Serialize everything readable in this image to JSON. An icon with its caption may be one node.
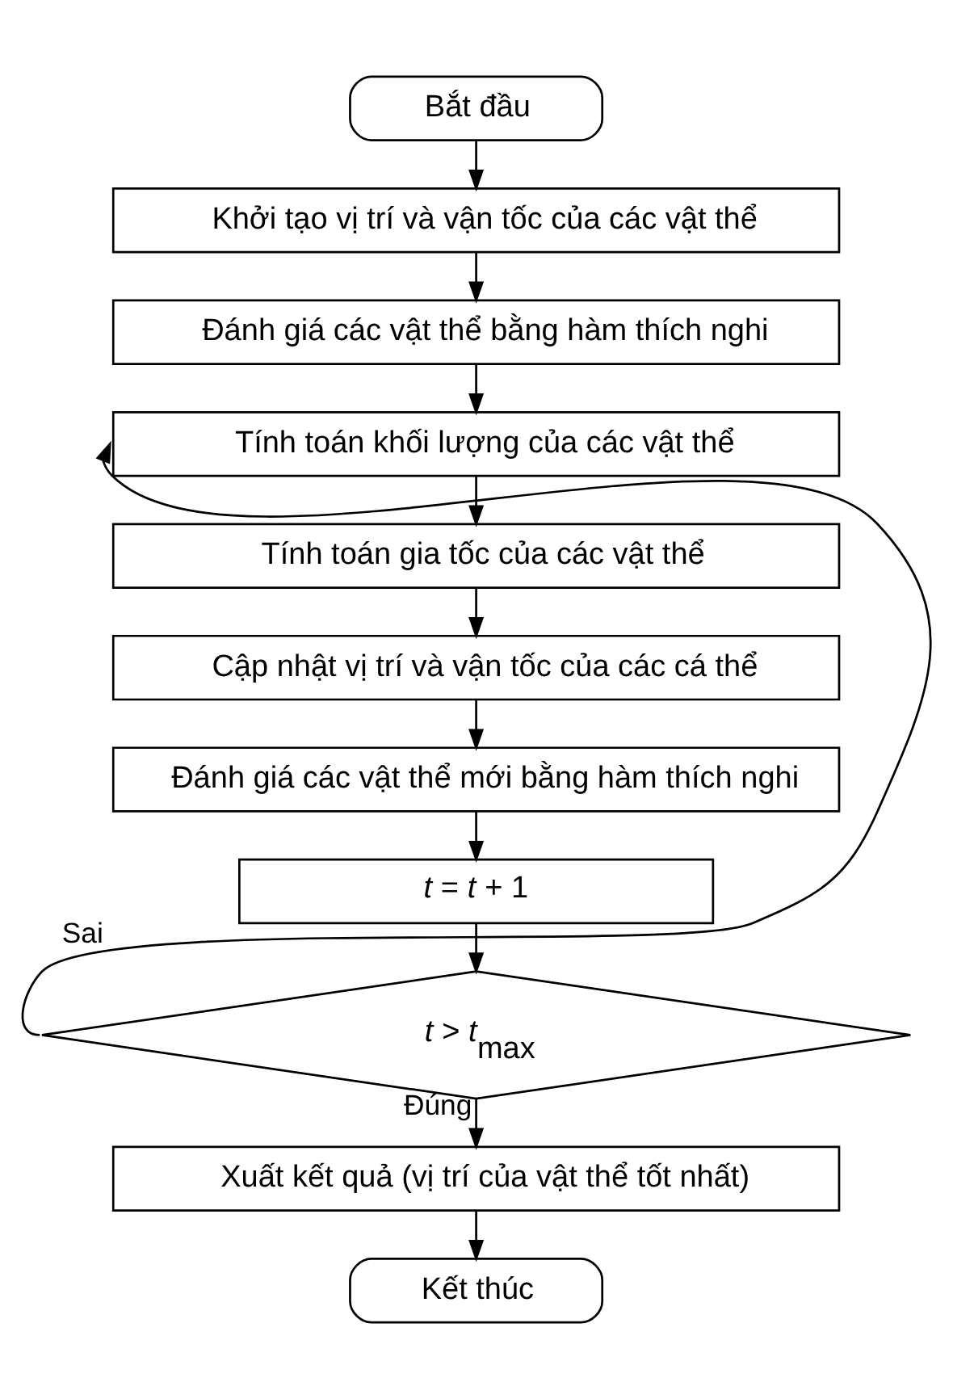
{
  "diagram": {
    "nodes": [
      {
        "text": [
          "Bắt đầu"
        ]
      },
      {
        "text": [
          "Khởi tạo vị trí và vận tốc của các vật thể"
        ]
      },
      {
        "text": [
          "Đánh giá các vật thể bằng hàm thích nghi"
        ]
      },
      {
        "text": [
          "Tính toán khối lượng của các vật thể"
        ]
      },
      {
        "text": [
          "Tính toán gia tốc của các vật thể"
        ]
      },
      {
        "text": [
          "Cập nhật vị trí và vận tốc của các cá thể"
        ]
      },
      {
        "text": [
          "Đánh giá các vật thể mới bằng hàm thích nghi"
        ]
      },
      {
        "text": [
          "*t* = *t* + 1"
        ]
      },
      {
        "text": [
          "*t* > *t*$_{max}$"
        ]
      },
      {
        "text": [
          "Xuất kết quả (vị trí của vật thể tốt nhất)"
        ]
      },
      {
        "text": [
          "Kết thúc"
        ]
      }
    ],
    "edges": [
      {
        "from": 0,
        "to": 1,
        "arrow": "to"
      },
      {
        "from": 1,
        "to": 2,
        "arrow": "to"
      },
      {
        "from": 2,
        "to": 3,
        "arrow": "to"
      },
      {
        "from": 3,
        "to": 4,
        "arrow": "to"
      },
      {
        "from": 4,
        "to": 5,
        "arrow": "to"
      },
      {
        "from": 5,
        "to": 6,
        "arrow": "to"
      },
      {
        "from": 6,
        "to": 7,
        "arrow": "to"
      },
      {
        "from": 7,
        "to": 8,
        "arrow": "to"
      },
      {
        "from": 8,
        "to": 3,
        "arrow": "to",
        "label": "Sai"
      },
      {
        "from": 8,
        "to": 9,
        "arrow": "to",
        "label": "Đúng"
      },
      {
        "from": 9,
        "to": 10,
        "arrow": "to"
      }
    ]
  }
}
